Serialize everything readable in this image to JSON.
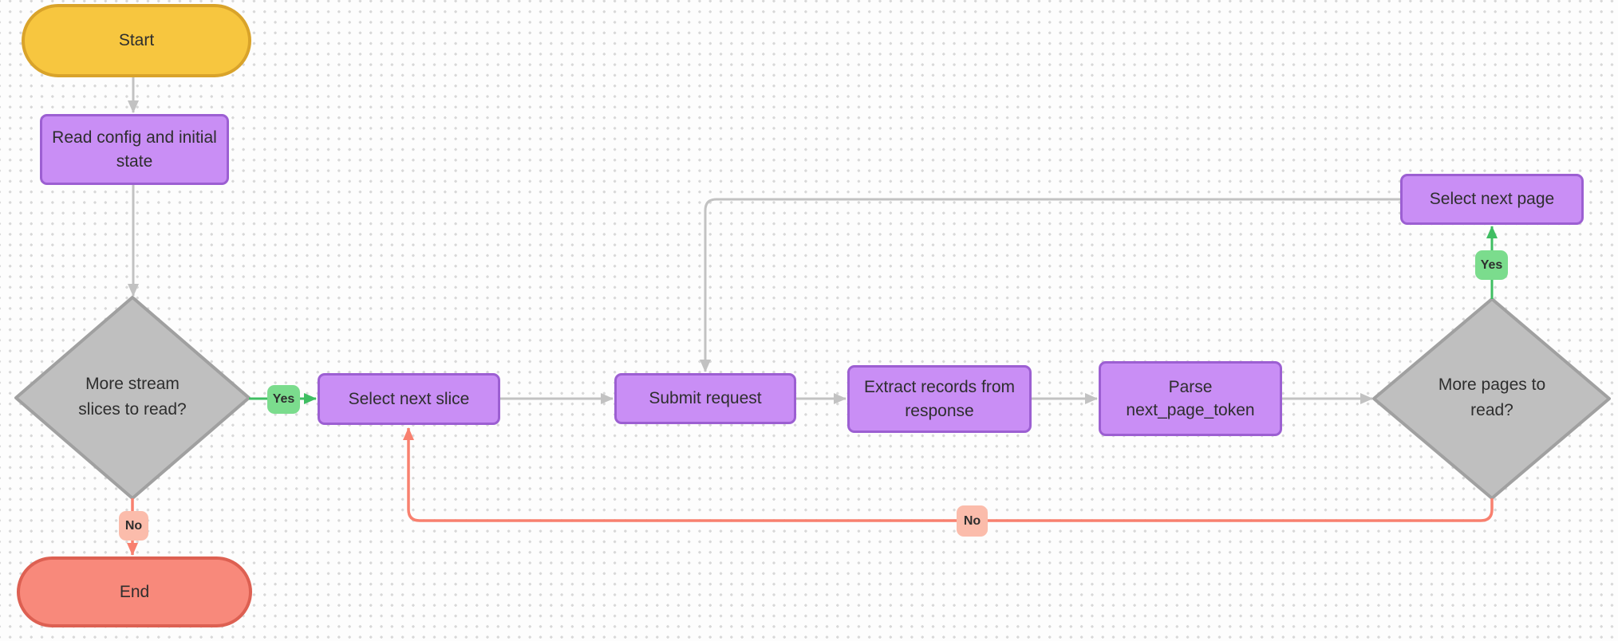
{
  "diagram": {
    "nodes": {
      "start": {
        "label": "Start",
        "type": "terminal"
      },
      "read_config": {
        "label": "Read config and initial\nstate",
        "type": "process"
      },
      "more_slices": {
        "label": "More stream\nslices to read?",
        "type": "decision"
      },
      "select_slice": {
        "label": "Select next slice",
        "type": "process"
      },
      "submit_request": {
        "label": "Submit request",
        "type": "process"
      },
      "extract_records": {
        "label": "Extract records from\nresponse",
        "type": "process"
      },
      "parse_token": {
        "label": "Parse\nnext_page_token",
        "type": "process"
      },
      "more_pages": {
        "label": "More pages to\nread?",
        "type": "decision"
      },
      "select_page": {
        "label": "Select next page",
        "type": "process"
      },
      "end": {
        "label": "End",
        "type": "terminal"
      }
    },
    "edge_labels": {
      "yes_slices": "Yes",
      "no_slices": "No",
      "yes_pages": "Yes",
      "no_pages": "No"
    },
    "edges": [
      {
        "from": "Start",
        "to": "Read config and initial state",
        "label": ""
      },
      {
        "from": "Read config and initial state",
        "to": "More stream slices to read?",
        "label": ""
      },
      {
        "from": "More stream slices to read?",
        "to": "Select next slice",
        "label": "Yes"
      },
      {
        "from": "More stream slices to read?",
        "to": "End",
        "label": "No"
      },
      {
        "from": "Select next slice",
        "to": "Submit request",
        "label": ""
      },
      {
        "from": "Submit request",
        "to": "Extract records from response",
        "label": ""
      },
      {
        "from": "Extract records from response",
        "to": "Parse next_page_token",
        "label": ""
      },
      {
        "from": "Parse next_page_token",
        "to": "More pages to read?",
        "label": ""
      },
      {
        "from": "More pages to read?",
        "to": "Select next page",
        "label": "Yes"
      },
      {
        "from": "Select next page",
        "to": "Submit request",
        "label": ""
      },
      {
        "from": "More pages to read?",
        "to": "Select next slice",
        "label": "No"
      }
    ]
  },
  "colors": {
    "canvas-bg": "#FDFDFD",
    "grid-dot": "#D8D8D8",
    "terminal-start-fill": "#F7C63F",
    "terminal-start-border": "#D9A32A",
    "terminal-end-fill": "#F8897B",
    "terminal-end-border": "#DD6052",
    "process-fill": "#C98EF5",
    "process-border": "#9C5FD2",
    "decision-fill": "#BFBFBF",
    "decision-border": "#A0A0A0",
    "edge-gray": "#C2C2C2",
    "edge-green": "#3FBE62",
    "edge-red": "#F8806F",
    "label-yes-bg": "#7BDC8D",
    "label-no-bg": "#FBBCAB",
    "text": "#2E2E2E"
  }
}
